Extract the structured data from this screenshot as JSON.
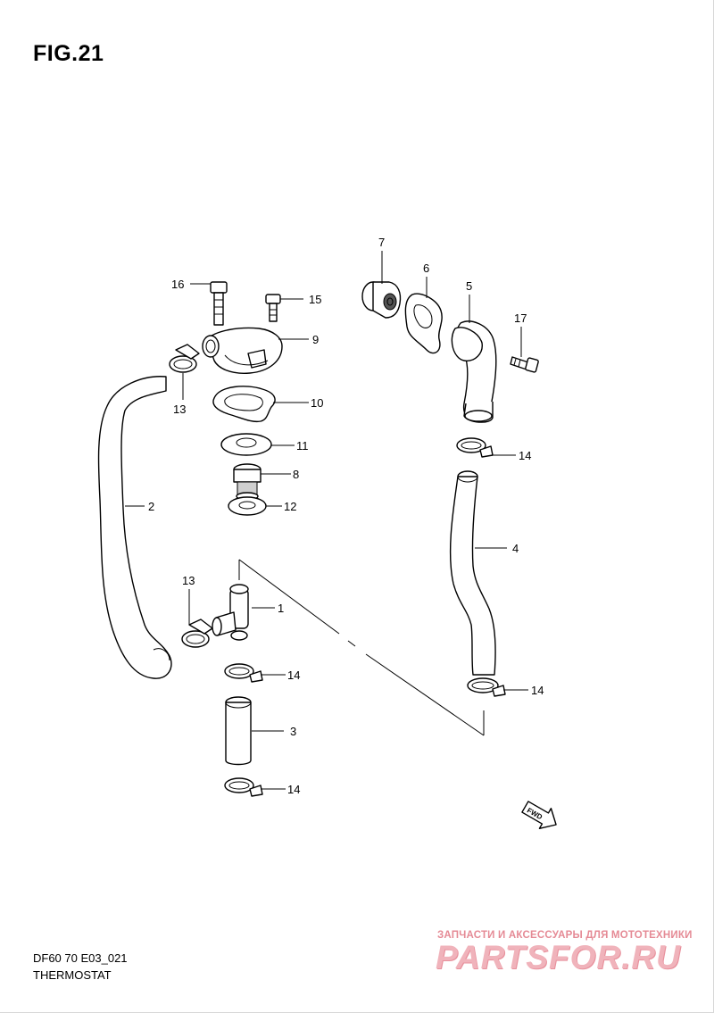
{
  "figure": {
    "title": "FIG.21",
    "code": "DF60 70 E03_021",
    "name": "THERMOSTAT"
  },
  "callouts": [
    "1",
    "2",
    "3",
    "4",
    "5",
    "6",
    "7",
    "8",
    "9",
    "10",
    "11",
    "12",
    "13",
    "13",
    "14",
    "14",
    "14",
    "14",
    "15",
    "16",
    "17"
  ],
  "fwd_label": "FWD",
  "watermark": {
    "tagline": "ЗАПЧАСТИ И АКСЕССУАРЫ ДЛЯ МОТОТЕХНИКИ",
    "brand": "PARTSFOR.RU",
    "color": "#e58a95"
  }
}
